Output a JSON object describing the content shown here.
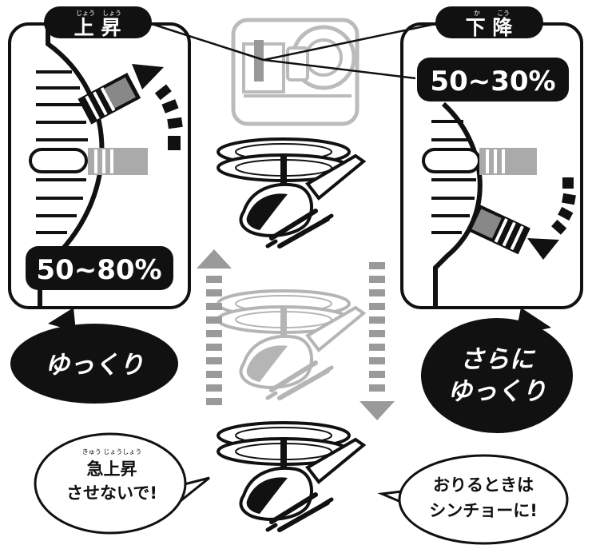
{
  "left_panel": {
    "title": "上 昇",
    "title_ruby_1": "じょう",
    "title_ruby_2": "しょう",
    "throttle_range": "50~80%",
    "caption": "ゆっくり"
  },
  "right_panel": {
    "title": "下 降",
    "title_ruby_1": "か",
    "title_ruby_2": "こう",
    "throttle_range": "50~30%",
    "caption_line1": "さらに",
    "caption_line2": "ゆっくり"
  },
  "bubble_left": {
    "ruby": "きゅう じょうしょう",
    "line1": "急上昇",
    "line2": "させないで!"
  },
  "bubble_right": {
    "line1": "おりるときは",
    "line2": "シンチョーに!"
  },
  "icons": [
    "controller-icon",
    "helicopter-icon",
    "up-arrow-icon",
    "down-arrow-icon",
    "throttle-lever-icon"
  ],
  "colors": {
    "ink": "#111111",
    "gray": "#9a9a9a",
    "light_gray": "#c8c8c8",
    "paper": "#ffffff"
  }
}
